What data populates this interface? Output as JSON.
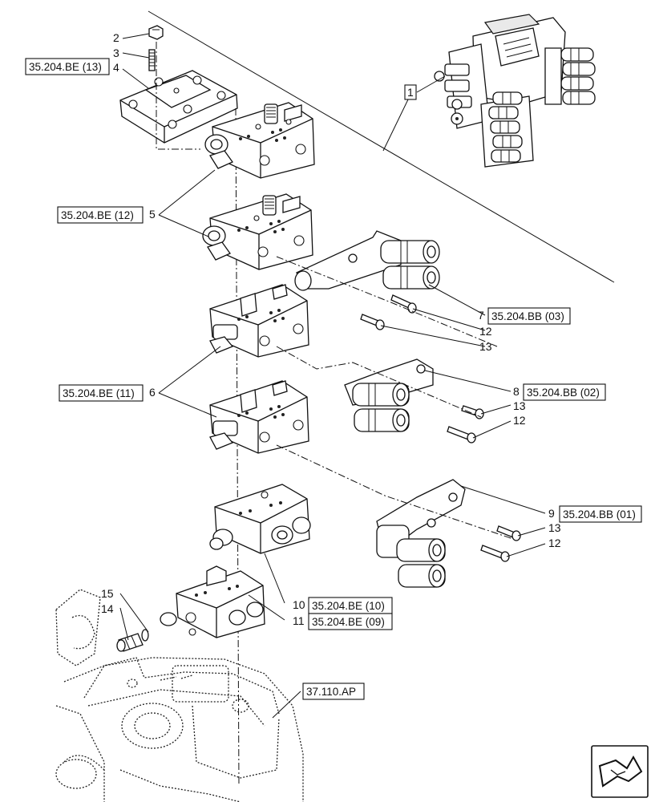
{
  "callouts": {
    "n1": "1",
    "n2": "2",
    "n3": "3",
    "n4": "4",
    "n5": "5",
    "n6": "6",
    "n7": "7",
    "n8": "8",
    "n9": "9",
    "n10": "10",
    "n11": "11",
    "n12a": "12",
    "n12b": "12",
    "n12c": "12",
    "n13a": "13",
    "n13b": "13",
    "n13c": "13",
    "n14": "14",
    "n15": "15"
  },
  "refs": {
    "r13": "35.204.BE (13)",
    "r12": "35.204.BE (12)",
    "r11": "35.204.BE (11)",
    "rbb03": "35.204.BB (03)",
    "rbb02": "35.204.BB (02)",
    "rbb01": "35.204.BB (01)",
    "r10": "35.204.BE (10)",
    "r09": "35.204.BE (09)",
    "rap": "37.110.AP"
  },
  "icons": {
    "nav": "page-turn-arrow-icon"
  }
}
